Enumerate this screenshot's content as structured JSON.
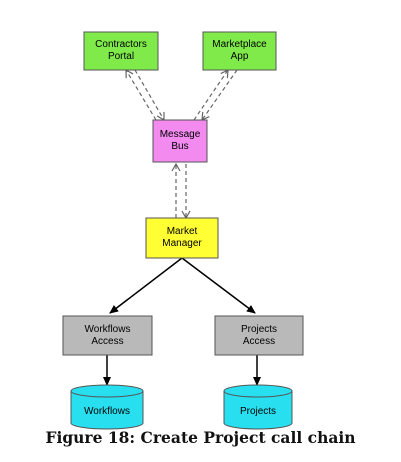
{
  "nodes": {
    "contractors_portal": {
      "line1": "Contractors",
      "line2": "Portal",
      "color": "#7fea4a"
    },
    "marketplace_app": {
      "line1": "Marketplace",
      "line2": "App",
      "color": "#7fea4a"
    },
    "message_bus": {
      "line1": "Message",
      "line2": "Bus",
      "color": "#f28af0"
    },
    "market_manager": {
      "line1": "Market",
      "line2": "Manager",
      "color": "#ffff33"
    },
    "workflows_access": {
      "line1": "Workflows",
      "line2": "Access",
      "color": "#b9b9b9"
    },
    "projects_access": {
      "line1": "Projects",
      "line2": "Access",
      "color": "#b9b9b9"
    },
    "workflows_db": {
      "label": "Workflows",
      "color": "#28dff0"
    },
    "projects_db": {
      "label": "Projects",
      "color": "#28dff0"
    }
  },
  "caption": "Figure 18: Create Project call chain"
}
